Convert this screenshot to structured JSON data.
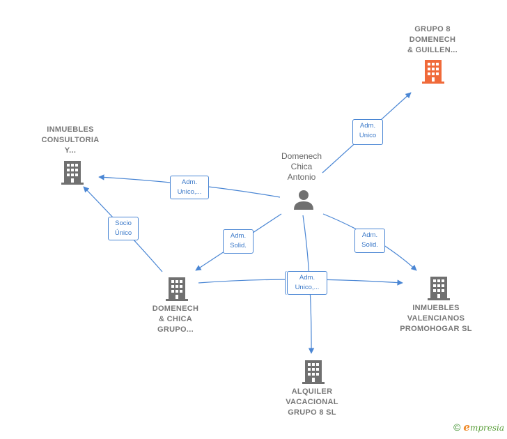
{
  "nodes": {
    "grupo8": {
      "label": "GRUPO 8\nDOMENECH\n& GUILLEN...",
      "color": "#f06a3a"
    },
    "inmuebles_consultoria": {
      "label": "INMUEBLES\nCONSULTORIA\nY...",
      "color": "#707070"
    },
    "person": {
      "label": "Domenech\nChica\nAntonio",
      "color": "#707070"
    },
    "domenech_chica_grupo": {
      "label": "DOMENECH\n& CHICA\nGRUPO...",
      "color": "#707070"
    },
    "inmuebles_valencianos": {
      "label": "INMUEBLES\nVALENCIANOS\nPROMOHOGAR SL",
      "color": "#707070"
    },
    "alquiler_vacacional": {
      "label": "ALQUILER\nVACACIONAL\nGRUPO 8  SL",
      "color": "#707070"
    }
  },
  "edges": {
    "e1": "Adm.\nUnico",
    "e2": "Adm.\nUnico,...",
    "e3": "Socio\nÚnico",
    "e4": "Adm.\nSolid.",
    "e5": "Adm.\nSolid.",
    "e6": "Adm.\nUnico,..."
  },
  "colors": {
    "edge": "#4a86d4"
  },
  "footer": {
    "copyright": "©",
    "brand_initial": "e",
    "brand_rest": "mpresia"
  }
}
